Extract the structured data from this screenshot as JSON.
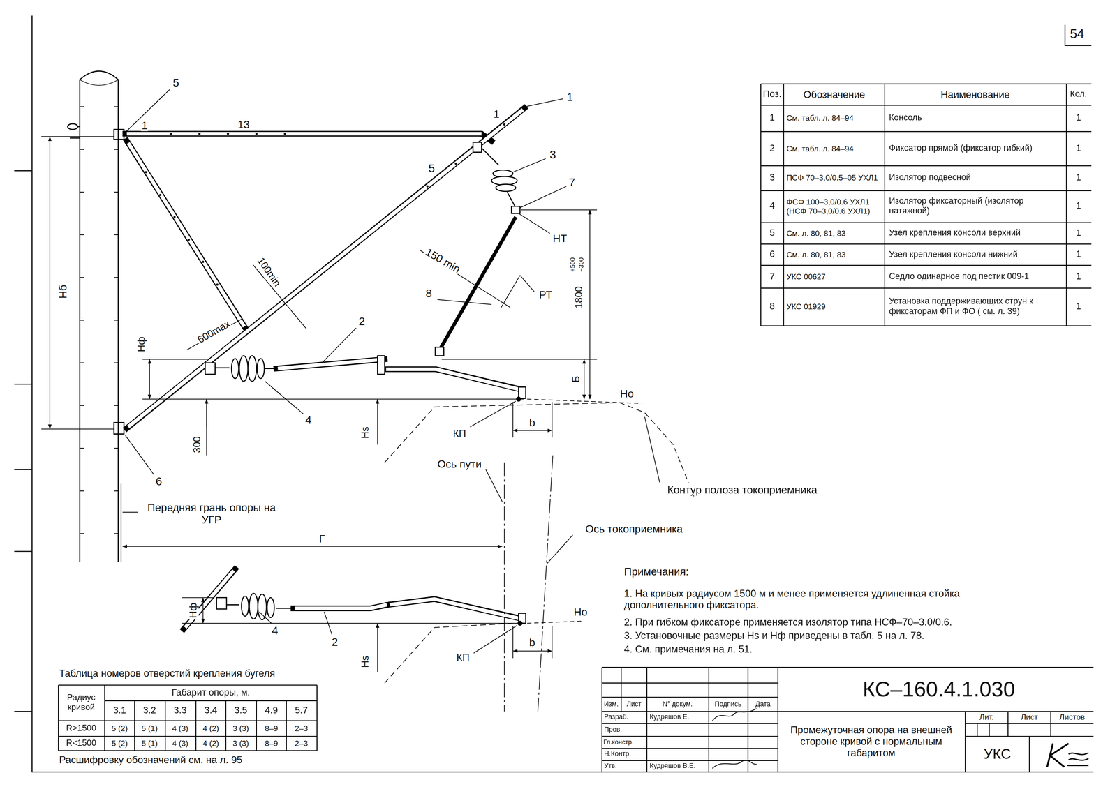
{
  "diagram": {
    "labels": [
      "54",
      "5",
      "1",
      "13",
      "1",
      "1",
      "3",
      "7",
      "5",
      "НТ",
      "150 min",
      "8",
      "РТ",
      "100min",
      "Нб",
      "2",
      "600max",
      "Нф",
      "1800",
      "+500",
      "−300",
      "Б",
      "Но",
      "4",
      "b",
      "КП",
      "Hs",
      "300",
      "Ось пути",
      "6",
      "Контур полоза токоприемника",
      "Передняя грань опоры на УГР",
      "Ось токоприемника",
      "Г",
      "Примечания:",
      "1. На кривых радиусом 1500 м и менее применяется удлиненная стойка дополнительного фиксатора.",
      "2. При гибком фиксаторе применяется изолятор типа НСФ–70–3.0/0.6.",
      "3. Установочные размеры Hs и Нф приведены в табл. 5 на л. 78.",
      "4. См. примечания на л. 51.",
      "Нф",
      "4",
      "Но",
      "2",
      "Hs",
      "КП",
      "b",
      "Поз.",
      "Обозначение",
      "Наименование",
      "Кол.",
      "1",
      "См. табл. л. 84–94",
      "Консоль",
      "1",
      "2",
      "См. табл. л. 84–94",
      "Фиксатор прямой (фиксатор гибкий)",
      "1",
      "3",
      "ПСФ 70–3,0/0.5–05 УХЛ1",
      "Изолятор подвесной",
      "1",
      "4",
      "ФСФ 100–3,0/0.6 УХЛ1 (НСФ 70–3,0/0.6 УХЛ1)",
      "Изолятор фиксаторный (изолятор натяжной)",
      "1",
      "5",
      "См. л. 80, 81, 83",
      "Узел крепления консоли верхний",
      "1",
      "6",
      "См. л. 80, 81, 83",
      "Узел крепления консоли нижний",
      "1",
      "7",
      "УКС 00627",
      "Седло одинарное под пестик 009-1",
      "1",
      "8",
      "УКС 01929",
      "Установка поддерживающих струн к фиксаторам ФП и ФО ( см. л. 39)",
      "1",
      "Таблица номеров отверстий крепления бугеля",
      "Радиус кривой",
      "Габарит опоры, м.",
      "3.1",
      "3.2",
      "3.3",
      "3.4",
      "3.5",
      "4.9",
      "5.7",
      "R>1500",
      "5 (2)",
      "5 (1)",
      "4 (3)",
      "4 (2)",
      "3 (3)",
      "8–9",
      "2–3",
      "R<1500",
      "5 (2)",
      "5 (1)",
      "4 (3)",
      "4 (2)",
      "3 (3)",
      "8–9",
      "2–3",
      "Расшифровку обозначений см. на л. 95",
      "Изм.",
      "Лист",
      "N° докум.",
      "Подпись",
      "Дата",
      "Разраб.",
      "Кудряшов Е.",
      "Пров.",
      "Гл.констр.",
      "Н.Контр.",
      "Утв.",
      "Кудряшов В.Е.",
      "КС–160.4.1.030",
      "Промежуточная опора на внешней стороне кривой с нормальным габаритом",
      "Лит.",
      "Лист",
      "Листов",
      "УКС"
    ]
  }
}
